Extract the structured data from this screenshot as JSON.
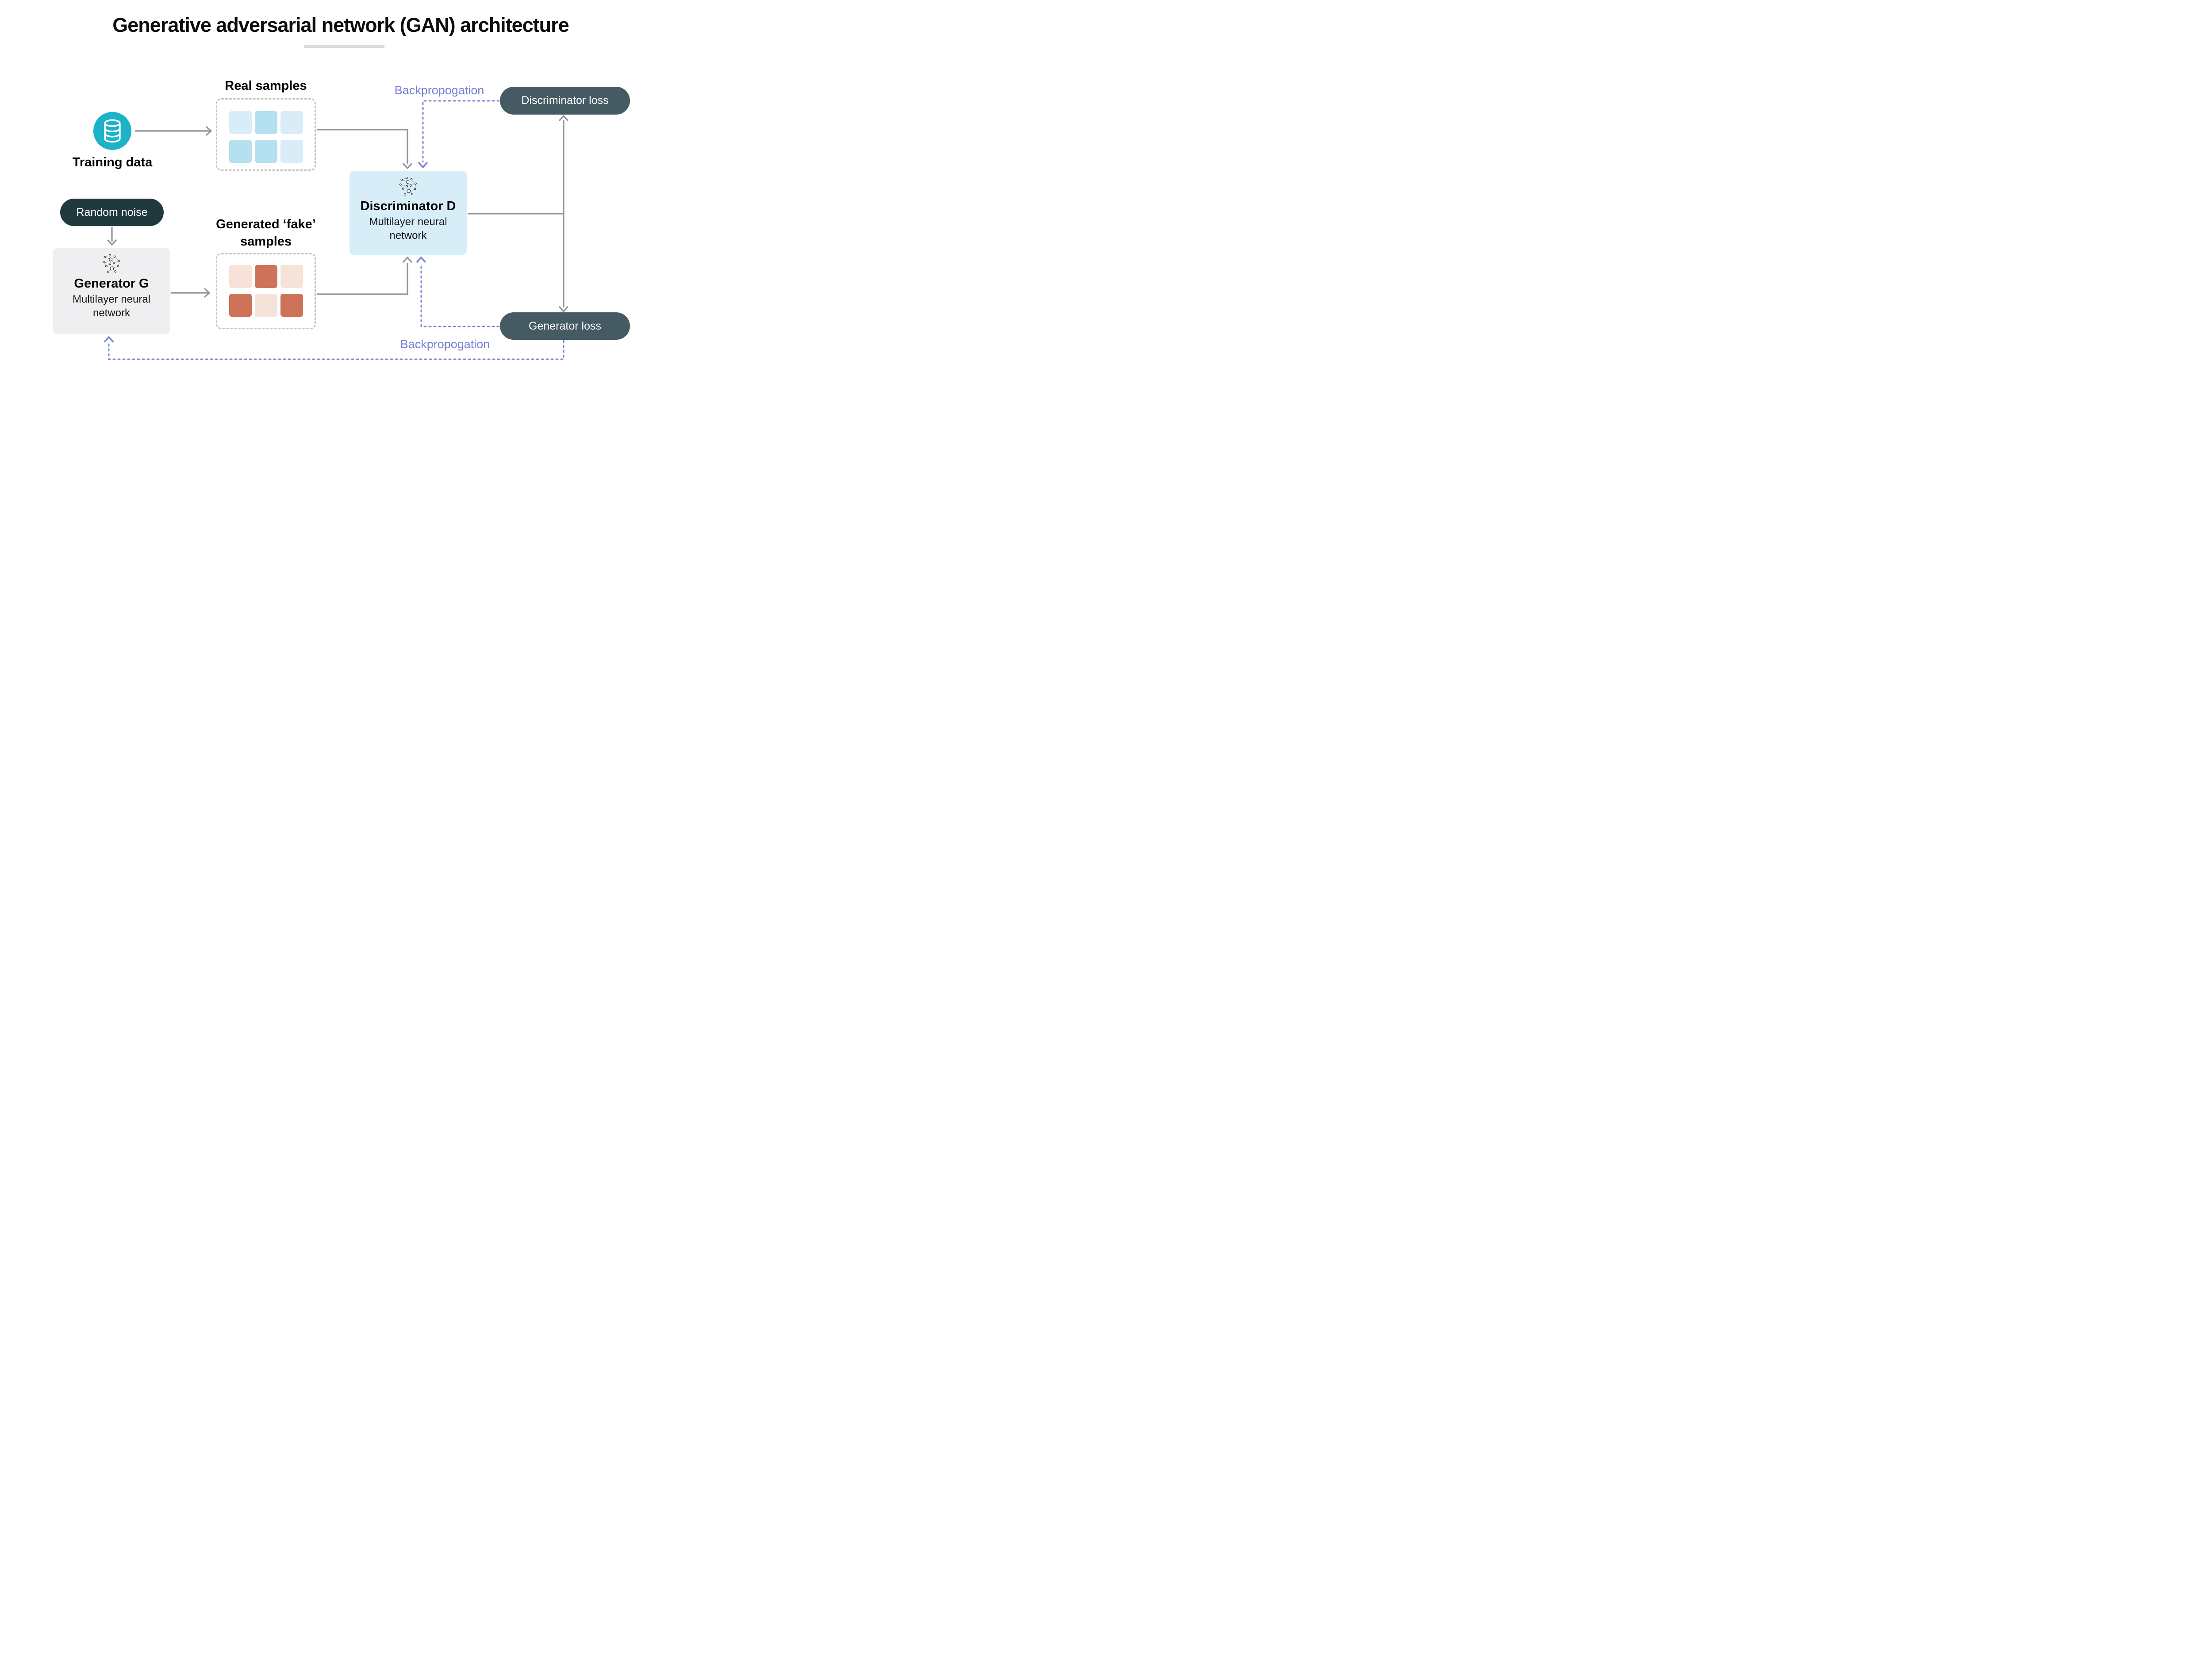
{
  "title": "Generative adversarial network (GAN) architecture",
  "training_data": {
    "label": "Training data"
  },
  "real_samples": {
    "heading": "Real samples",
    "cells": [
      "blue_light",
      "blue_mid",
      "blue_light",
      "blue_mid",
      "blue_mid",
      "blue_light"
    ]
  },
  "fake_samples": {
    "heading_line1": "Generated ‘fake’",
    "heading_line2": "samples",
    "cells": [
      "pink_light",
      "terracotta",
      "pink_light",
      "terracotta",
      "pink_light",
      "terracotta"
    ]
  },
  "random_noise": {
    "label": "Random noise"
  },
  "generator": {
    "name": "Generator G",
    "subtitle": "Multilayer neural network"
  },
  "discriminator": {
    "name": "Discriminator D",
    "subtitle": "Multilayer neural network"
  },
  "discriminator_loss": {
    "label": "Discriminator loss"
  },
  "generator_loss": {
    "label": "Generator loss"
  },
  "backprop_top": {
    "label": "Backpropogation"
  },
  "backprop_bottom": {
    "label": "Backpropogation"
  },
  "palette": {
    "blue_light": "#d9edf8",
    "blue_mid": "#b4e0f0",
    "pink_light": "#f7e2da",
    "terracotta": "#ce7359",
    "teal_circle": "#1cb3c8",
    "noise_pill": "#20393e",
    "loss_pill": "#455a62",
    "generator_box": "#efeff1",
    "discriminator_box": "#d7eef9",
    "gray_line": "#8f959d",
    "purple": "#7b85d2",
    "dashed_border": "#c6c6c6",
    "title_underline": "#dbdbdb"
  }
}
